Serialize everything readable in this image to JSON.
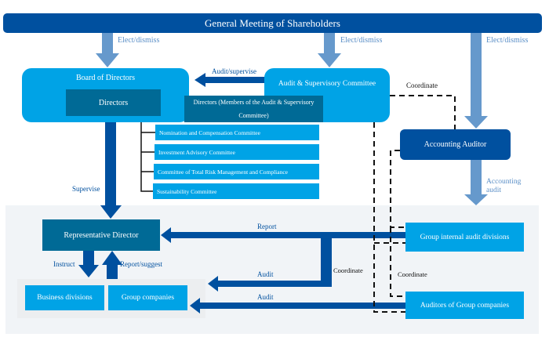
{
  "header": {
    "title": "General Meeting of Shareholders"
  },
  "edges": {
    "elect_dismiss_1": "Elect/dismiss",
    "elect_dismiss_2": "Elect/dismiss",
    "elect_dismiss_3": "Elect/dismiss",
    "audit_supervise": "Audit/supervise",
    "coordinate_top": "Coordinate",
    "supervise": "Supervise",
    "accounting_audit": "Accounting audit",
    "report": "Report",
    "coordinate_mid": "Coordinate",
    "coordinate_right": "Coordinate",
    "audit_business": "Audit",
    "audit_group": "Audit",
    "instruct": "Instruct",
    "report_suggest": "Report/suggest"
  },
  "nodes": {
    "board": "Board of Directors",
    "directors": "Directors",
    "audit_committee": "Audit & Supervisory Committee",
    "audit_committee_members": "Directors (Members of the Audit & Supervisory Committee)",
    "accounting_auditor": "Accounting Auditor",
    "representative_director": "Representative Director",
    "business_divisions": "Business divisions",
    "group_companies": "Group companies",
    "group_internal_audit": "Group internal audit divisions",
    "group_auditors": "Auditors of Group companies"
  },
  "committees": [
    "Nomination and Compensation Committee",
    "Investment Advisory Committee",
    "Committee of Total Risk Management and Compliance",
    "Sustainability Committee"
  ],
  "colors": {
    "navy": "#00509f",
    "cyan": "#00a3e6",
    "teal": "#006a96",
    "light_arrow": "#6699cc",
    "panel": "#f1f4f7"
  }
}
